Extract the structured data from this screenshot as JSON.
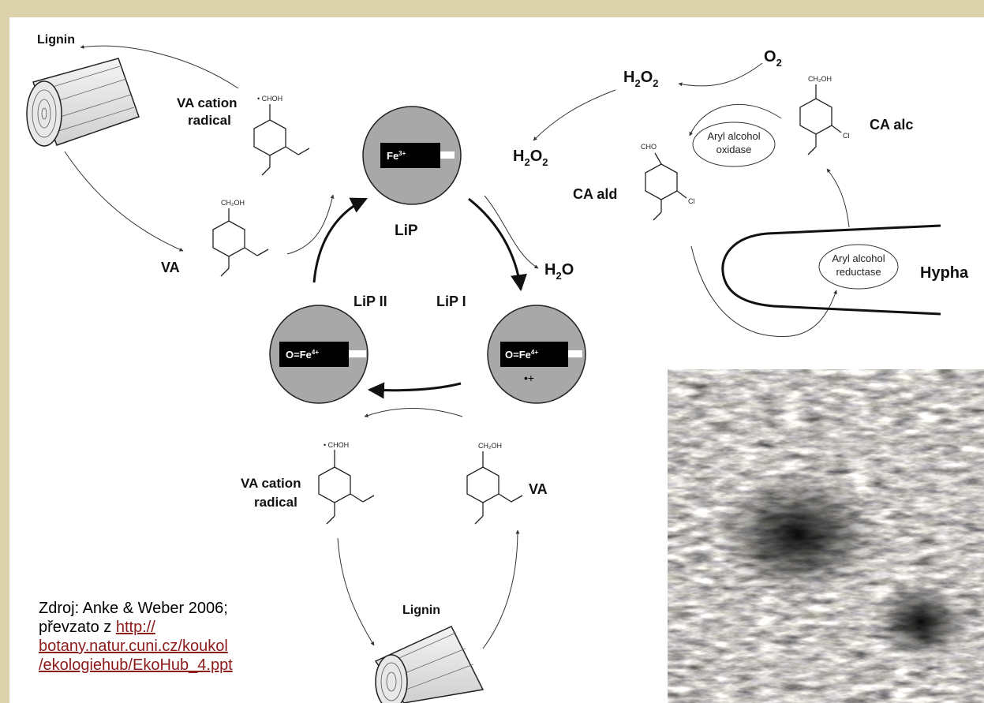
{
  "labels": {
    "lignin_top": "Lignin",
    "lignin_bottom": "Lignin",
    "va_cation_top": [
      "VA cation",
      "radical"
    ],
    "va_cation_bottom": [
      "VA cation",
      "radical"
    ],
    "va_left": "VA",
    "va_bottom": "VA",
    "lip": "LiP",
    "lip1": "LiP I",
    "lip2": "LiP II",
    "fe3": "Fe",
    "fe3_sup": "3+",
    "fe4": "O=Fe",
    "fe4_sup": "4+",
    "radical_plus": "•+",
    "o2": "O",
    "o2_sub": "2",
    "h2o2_top": [
      "H",
      "2",
      "O",
      "2"
    ],
    "h2o2_mid": [
      "H",
      "2",
      "O",
      "2"
    ],
    "h2o": [
      "H",
      "2",
      "O"
    ],
    "ca_alc": "CA alc",
    "ca_ald": "CA ald",
    "hypha": "Hypha",
    "oxidase": [
      "Aryl alcohol",
      "oxidase"
    ],
    "reductase": [
      "Aryl alcohol",
      "reductase"
    ],
    "chohr": "• CHOH",
    "ch2oh": "CH₂OH",
    "cho": "CHO",
    "cl": "Cl"
  },
  "source": {
    "line1": "Zdroj: Anke & Weber 2006;",
    "line2_prefix": "převzato z ",
    "url_lines": [
      "http://",
      "botany.natur.cuni.cz/koukol",
      "/ekologiehub/EkoHub_4.ppt"
    ]
  },
  "colors": {
    "frame": "#dcd3ad",
    "circle_fill": "#a8a8a8",
    "link": "#8b1a1a"
  }
}
